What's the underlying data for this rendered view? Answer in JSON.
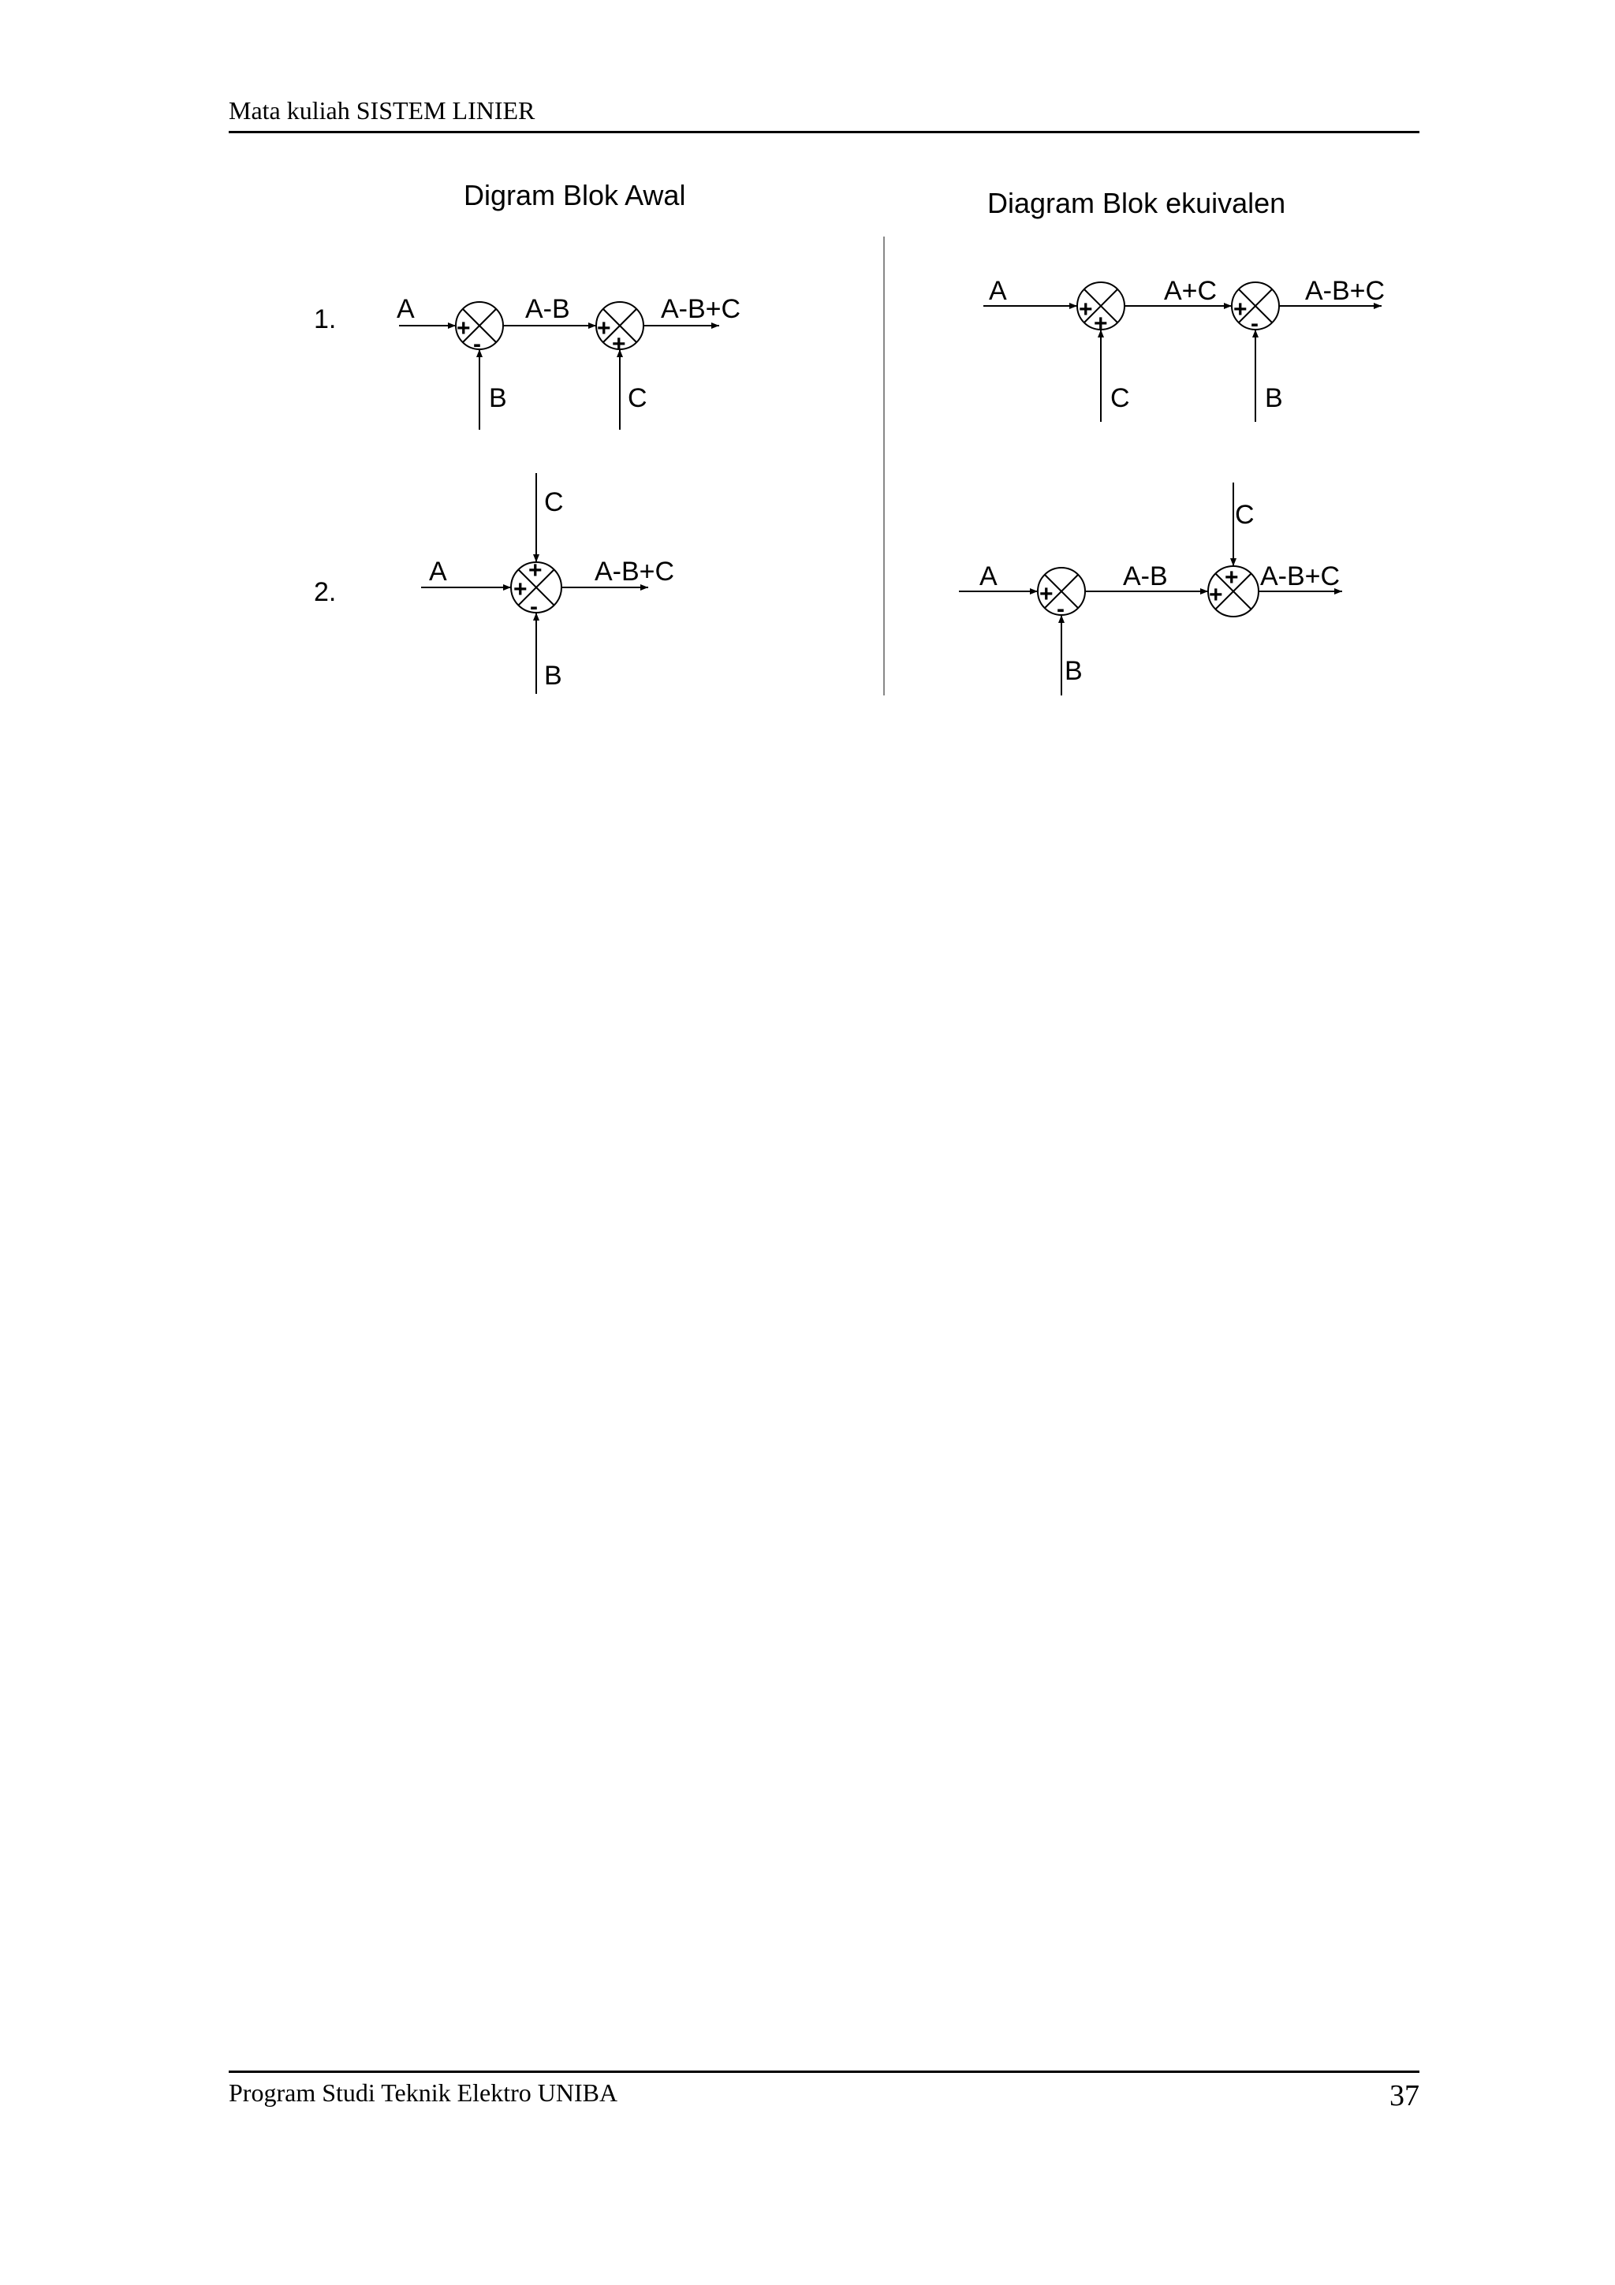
{
  "header": {
    "course_title": "Mata kuliah SISTEM LINIER"
  },
  "footer": {
    "program": "Program Studi Teknik Elektro UNIBA",
    "page_number": "37"
  },
  "columns": {
    "left_title": "Digram Blok Awal",
    "right_title": "Diagram Blok ekuivalen"
  },
  "rows": {
    "row1_number": "1.",
    "row2_number": "2."
  },
  "original_1": {
    "input_a": "A",
    "intermediate": "A-B",
    "output": "A-B+C",
    "input_b": "B",
    "input_c": "C",
    "j1_sign_left": "+",
    "j1_sign_bottom": "-",
    "j2_sign_left": "+",
    "j2_sign_bottom": "+"
  },
  "original_2": {
    "input_a": "A",
    "input_c": "C",
    "input_b": "B",
    "output": "A-B+C",
    "sign_top": "+",
    "sign_left": "+",
    "sign_bottom": "-"
  },
  "equivalent_1": {
    "input_a": "A",
    "intermediate": "A+C",
    "output": "A-B+C",
    "input_c": "C",
    "input_b": "B",
    "j1_sign_left": "+",
    "j1_sign_bottom": "+",
    "j2_sign_left": "+",
    "j2_sign_bottom": "-"
  },
  "equivalent_2": {
    "input_a": "A",
    "intermediate": "A-B",
    "output": "A-B+C",
    "input_b": "B",
    "input_c": "C",
    "j1_sign_left": "+",
    "j1_sign_bottom": "-",
    "j2_sign_top": "+",
    "j2_sign_left": "+"
  }
}
